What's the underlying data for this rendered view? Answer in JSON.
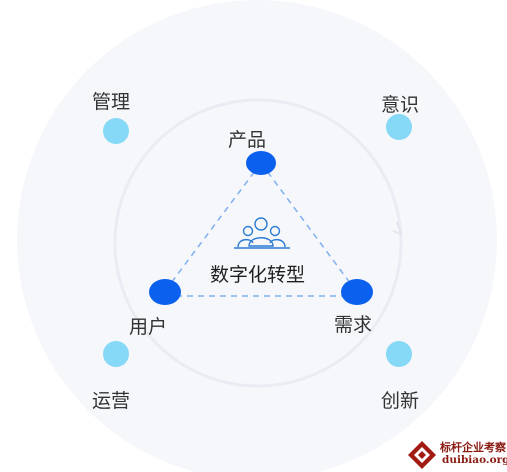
{
  "diagram": {
    "center_label": "数字化转型",
    "triangle_nodes": [
      "产品",
      "用户",
      "需求"
    ],
    "outer_labels": [
      "管理",
      "意识",
      "运营",
      "创新"
    ],
    "icon": "people-group-icon",
    "colors": {
      "outer_circle": "#f5f7fb",
      "inner_ring": "#e9ecf2",
      "outer_dot": "#86d8f7",
      "node": "#0b61ee",
      "dashed_line": "#7fb0ef",
      "icon": "#2b7bd3"
    }
  },
  "watermark": {
    "name": "标杆企业考察",
    "url": "duibiao.org"
  }
}
